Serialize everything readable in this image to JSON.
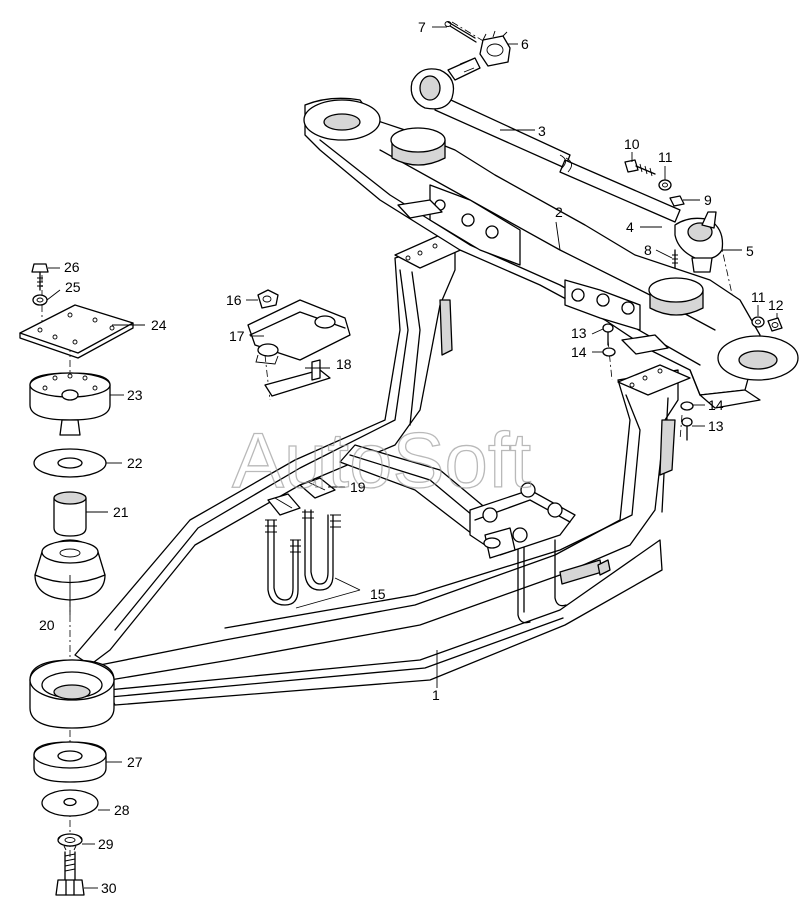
{
  "watermark": "AutoSoft",
  "callouts": [
    "1",
    "2",
    "3",
    "4",
    "5",
    "6",
    "7",
    "8",
    "9",
    "10",
    "11",
    "11",
    "12",
    "13",
    "13",
    "14",
    "14",
    "15",
    "16",
    "17",
    "18",
    "19",
    "20",
    "21",
    "22",
    "23",
    "24",
    "25",
    "26",
    "27",
    "28",
    "29",
    "30"
  ],
  "colors": {
    "line": "#000000",
    "shade": "#d6d6d6",
    "background": "#ffffff",
    "watermark": "#9c9c9c"
  }
}
